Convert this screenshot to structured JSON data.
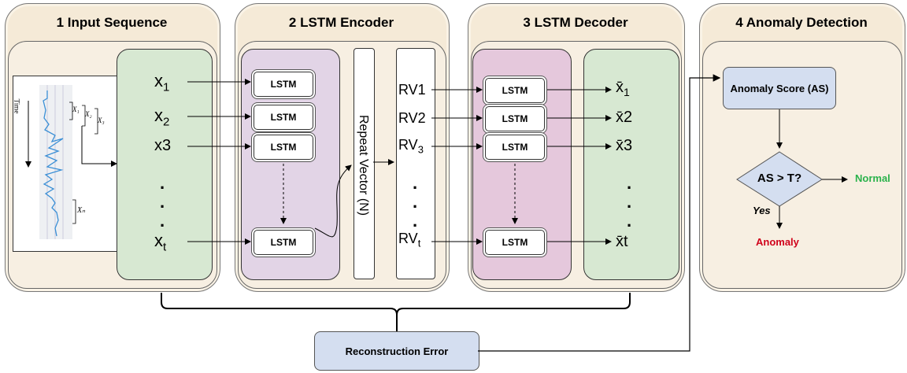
{
  "panels": {
    "input": {
      "title": "1 Input Sequence"
    },
    "encoder": {
      "title": "2 LSTM Encoder"
    },
    "decoder": {
      "title": "3 LSTM Decoder"
    },
    "detection": {
      "title": "4 Anomaly Detection"
    }
  },
  "inputs": [
    {
      "base": "x",
      "sub": "1"
    },
    {
      "base": "x",
      "sub": "2"
    },
    {
      "base": "x3",
      "sub": ""
    },
    {
      "base": "x",
      "sub": "t"
    }
  ],
  "lstm_label": "LSTM",
  "repeat_vector_label": "Repeat Vector (N)",
  "repeat_outputs": [
    {
      "base": "RV1",
      "sub": ""
    },
    {
      "base": "RV2",
      "sub": ""
    },
    {
      "base": "RV",
      "sub": "3"
    },
    {
      "base": "RV",
      "sub": "t"
    }
  ],
  "outputs": [
    {
      "base": "x̄",
      "sub": "1"
    },
    {
      "base": "x̄2",
      "sub": ""
    },
    {
      "base": "x̄3",
      "sub": ""
    },
    {
      "base": "x̄t",
      "sub": ""
    }
  ],
  "chart_inset": {
    "time_label": "Time",
    "x_labels": [
      "X₁",
      "X₂",
      "X₃",
      "Xₙ"
    ]
  },
  "detection": {
    "score_box": "Anomaly Score (AS)",
    "decision": "AS > T?",
    "yes_label": "Yes",
    "normal_label": "Normal",
    "anomaly_label": "Anomaly"
  },
  "reconstruction_error": "Reconstruction Error",
  "colors": {
    "panel_bg": "#f5ead7",
    "input_col": "#d7e8d2",
    "encoder_col": "#e2d4e6",
    "decoder_col": "#e5c8dc",
    "blue_box": "#d4def0",
    "normal": "#2bb24c",
    "anomaly": "#d0021b"
  }
}
